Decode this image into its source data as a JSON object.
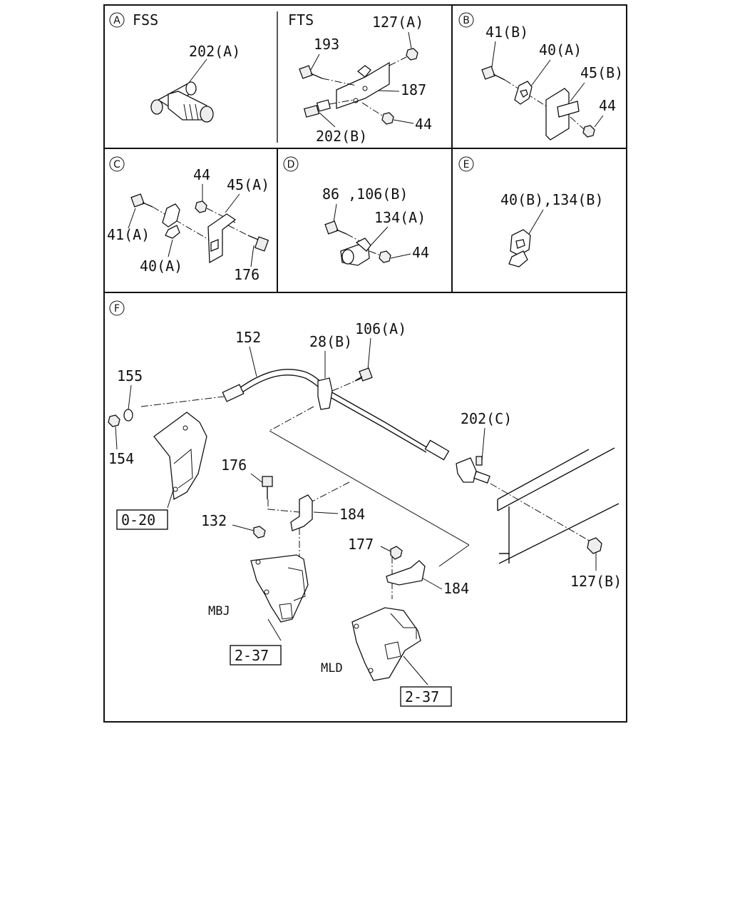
{
  "panels": {
    "A": {
      "marker": "A",
      "variant": "FSS",
      "labels": [
        "202(A)"
      ]
    },
    "A2": {
      "variant": "FTS",
      "labels": [
        "127(A)",
        "193",
        "187",
        "202(B)",
        "44"
      ]
    },
    "B": {
      "marker": "B",
      "labels": [
        "41(B)",
        "40(A)",
        "45(B)",
        "44"
      ]
    },
    "C": {
      "marker": "C",
      "labels": [
        "44",
        "45(A)",
        "41(A)",
        "40(A)",
        "176"
      ]
    },
    "D": {
      "marker": "D",
      "labels": [
        "86 ,106(B)",
        "134(A)",
        "44"
      ]
    },
    "E": {
      "marker": "E",
      "labels": [
        "40(B),134(B)"
      ]
    },
    "F": {
      "marker": "F",
      "labels": [
        "152",
        "28(B)",
        "106(A)",
        "155",
        "154",
        "202(C)",
        "176",
        "184",
        "132",
        "177",
        "184",
        "127(B)",
        "MBJ",
        "MLD"
      ],
      "refs": [
        "0-20",
        "2-37",
        "2-37"
      ]
    }
  }
}
